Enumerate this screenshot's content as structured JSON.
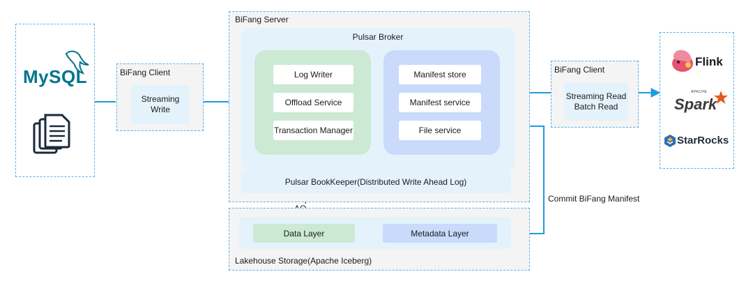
{
  "sources": {
    "mysql_logo": "MySQL",
    "icon": "document-stack-icon"
  },
  "bifang_client_left": {
    "title": "BiFang Client",
    "box_line1": "Streaming",
    "box_line2": "Write"
  },
  "bifang_server": {
    "title": "BiFang Server",
    "broker_title": "Pulsar Broker",
    "green_items": [
      "Log Writer",
      "Offload Service",
      "Transaction Manager"
    ],
    "blue_items": [
      "Manifest store",
      "Manifest service",
      "File service"
    ],
    "bookkeeper": "Pulsar BookKeeper(Distributed Write Ahead Log)"
  },
  "lakehouse": {
    "title": "Lakehouse Storage(Apache Iceberg)",
    "data_layer": "Data Layer",
    "metadata_layer": "Metadata Layer"
  },
  "edge_labels": {
    "ao": "AO",
    "commit": "Commit BiFang Manifest"
  },
  "bifang_client_right": {
    "title": "BiFang Client",
    "box_line1": "Streaming Read",
    "box_line2": "Batch Read"
  },
  "engines": {
    "flink": "Flink",
    "spark": "Spark",
    "spark_small": "APACHE",
    "starrocks": "StarRocks"
  },
  "colors": {
    "arrow": "#1e9be0",
    "dashed_border": "#5bb0e6",
    "green_panel": "#cce9d3",
    "blue_panel": "#c9dafb",
    "broker_bg": "#e4f3fb",
    "mysql_blue": "#00758f",
    "mysql_orange": "#e48e00",
    "flink_pink": "#e6526f",
    "spark_orange": "#e25a1c",
    "starrocks_blue": "#2b6fb6"
  }
}
